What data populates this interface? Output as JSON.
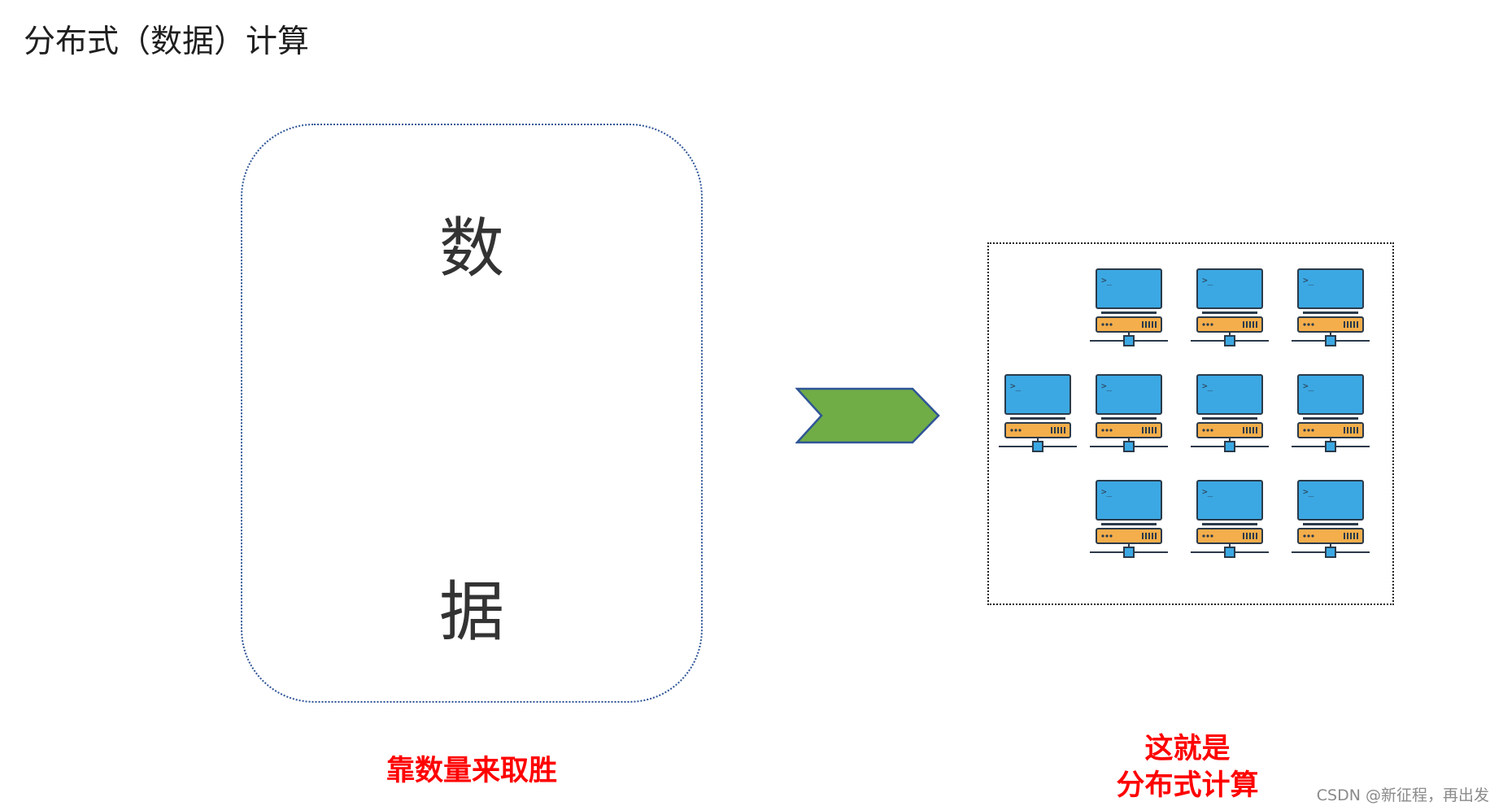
{
  "title": "分布式（数据）计算",
  "data_box": {
    "char_top": "数",
    "char_bottom": "据"
  },
  "caption_left": "靠数量来取胜",
  "caption_right": [
    "这就是",
    "分布式计算"
  ],
  "colors": {
    "box_border": "#2f5597",
    "arrow_fill": "#70ad47",
    "arrow_stroke": "#2f5597",
    "monitor_screen": "#3ba8e3",
    "server_body": "#f4ae4b",
    "caption": "#ff0000"
  },
  "cluster": {
    "icon": "server-computer-icon",
    "rows": [
      [
        false,
        true,
        true,
        true
      ],
      [
        true,
        true,
        true,
        true
      ],
      [
        false,
        true,
        true,
        true
      ]
    ]
  },
  "watermark": "CSDN @新征程，再出发"
}
